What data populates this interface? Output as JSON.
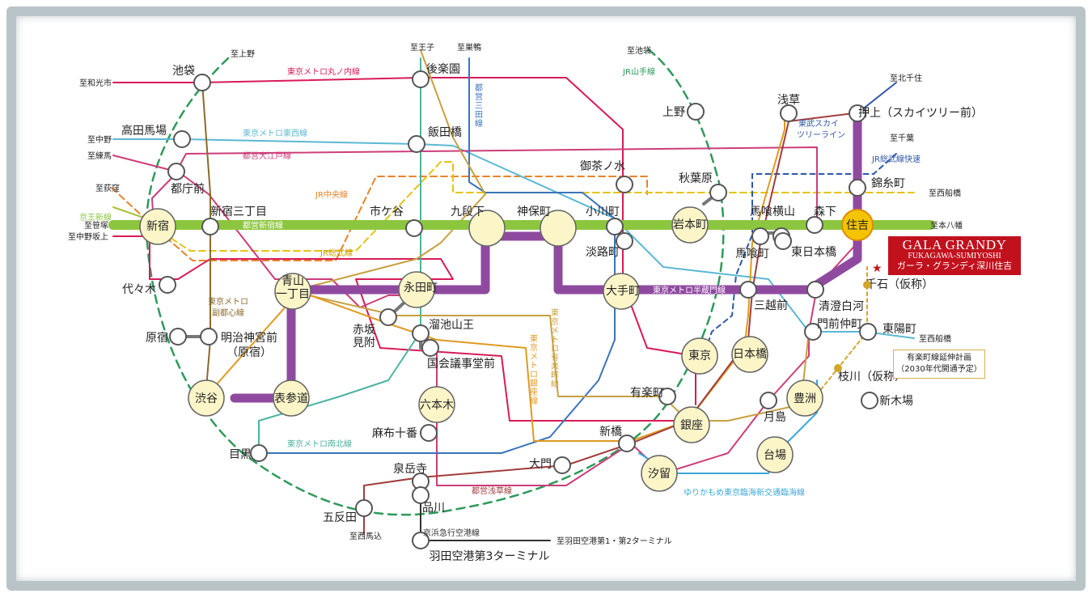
{
  "stations": {
    "ikebukuro": "池袋",
    "takadanobaba": "高田馬場",
    "tochomae": "都庁前",
    "shinjuku": "新宿",
    "shinjuku_sanchome": "新宿三丁目",
    "yoyogi": "代々木",
    "harajuku": "原宿",
    "meiji_jingumae": "明治神宮前",
    "meiji_jingumae_sub": "（原宿）",
    "shibuya": "渋谷",
    "omotesando": "表参道",
    "aoyama": "青山一丁目",
    "meguro": "目黒",
    "gotanda": "五反田",
    "sengakuji": "泉岳寺",
    "shinagawa": "品川",
    "haneda_t3": "羽田空港第3ターミナル",
    "korakuen": "後楽園",
    "iidabashi": "飯田橋",
    "ichigaya": "市ケ谷",
    "kudanshita": "九段下",
    "jimbocho": "神保町",
    "ogawamachi": "小川町",
    "awajicho": "淡路町",
    "ochanomizu": "御茶ノ水",
    "nagatacho": "永田町",
    "akasaka_mitsuke": "赤坂見附",
    "tameike_sanno": "溜池山王",
    "kokkai_gijidomae": "国会議事堂前",
    "roppongi": "六本木",
    "azabu_juban": "麻布十番",
    "daimon": "大門",
    "shimbashi": "新橋",
    "shiodome": "汐留",
    "ginza": "銀座",
    "yurakucho": "有楽町",
    "tokyo": "東京",
    "otemachi": "大手町",
    "nihombashi": "日本橋",
    "mitsukoshimae": "三越前",
    "ueno": "上野",
    "akihabara": "秋葉原",
    "iwamotocho": "岩本町",
    "bakuro_yokoyama": "馬喰横山",
    "bakurocho": "馬喰町",
    "asakusa": "浅草",
    "higashi_nihombashi": "東日本橋",
    "morishita": "森下",
    "sumiyoshi": "住吉",
    "kinshicho": "錦糸町",
    "oshiage": "押上（スカイツリー前）",
    "kiyosumi_shirakawa": "清澄白河",
    "monzen_nakacho": "門前仲町",
    "tsukishima": "月島",
    "toyosu": "豊洲",
    "daiba": "台場",
    "shin_kiba": "新木場",
    "toyocho": "東陽町",
    "kiba_kasho": "枝川（仮称）",
    "sengoku_kasho": "千石（仮称）"
  },
  "directions": {
    "to_ueno": "至上野",
    "to_wakoshi": "至和光市",
    "to_nakano": "至中野",
    "to_nerima": "至練馬",
    "to_ogikubo": "至荻窪",
    "to_sasazuka": "至笹塚",
    "to_nakanosakaue": "至中野坂上",
    "to_oji": "至王子",
    "to_sugamo": "至巣鴨",
    "to_ikebukuro": "至池袋",
    "to_kitasenju": "至北千住",
    "to_chiba": "至千葉",
    "to_nishifunabashi_1": "至西船橋",
    "to_motoyawata": "至本八幡",
    "to_nishifunabashi_2": "至西船橋",
    "to_nishi_magome": "至西馬込",
    "to_haneda_t12": "至羽田空港第1・第2ターミナル"
  },
  "lines": {
    "marunouchi": "東京メトロ丸ノ内線",
    "tozai": "東京メトロ東西線",
    "oedo": "都営大江戸線",
    "chuo": "JR中央線",
    "keio": "京王新線",
    "shinjuku_line": "都営新宿線",
    "sobu": "JR総武線",
    "fukutoshin": "東京メトロ副都心線",
    "namboku": "東京メトロ南北線",
    "asakusa_line": "都営浅草線",
    "keikyu": "京浜急行空港線",
    "mita": "都営三田線",
    "yurakucho_line": "東京メトロ有楽町線",
    "ginza_line": "東京メトロ銀座線",
    "hanzomon": "東京メトロ半蔵門線",
    "yamanote": "JR山手線",
    "skytree": "東武スカイツリーライン",
    "sobu_rapid": "JR総武線快速",
    "yurikamome": "ゆりかもめ東京臨海新交通臨海線"
  },
  "promo": {
    "title": "GALA GRANDY",
    "subtitle": "FUKAGAWA-SUMIYOSHI",
    "name_jp": "ガーラ・グランディ深川住吉"
  },
  "extension_note": {
    "line1": "有楽町線延伸計画",
    "line2": "（2030年代開通予定）"
  },
  "colors": {
    "shinjuku_line": "#8cc63f",
    "hanzomon": "#8f4aa0",
    "marunouchi": "#d81b57",
    "tozai": "#5bb8d4",
    "oedo": "#cc3d7a",
    "chuo": "#e8842b",
    "sobu": "#e5c416",
    "yamanote": "#2e9a5a",
    "yurakucho": "#c8a040",
    "ginza": "#e09a20",
    "mita": "#3b74ba",
    "namboku": "#4bb3a2",
    "asakusa": "#a23d3d",
    "fukutoshin": "#8b6a2f",
    "station_fill": "#fbf5c8",
    "home_station": "#f5c400",
    "promo_red": "#c1111d"
  }
}
